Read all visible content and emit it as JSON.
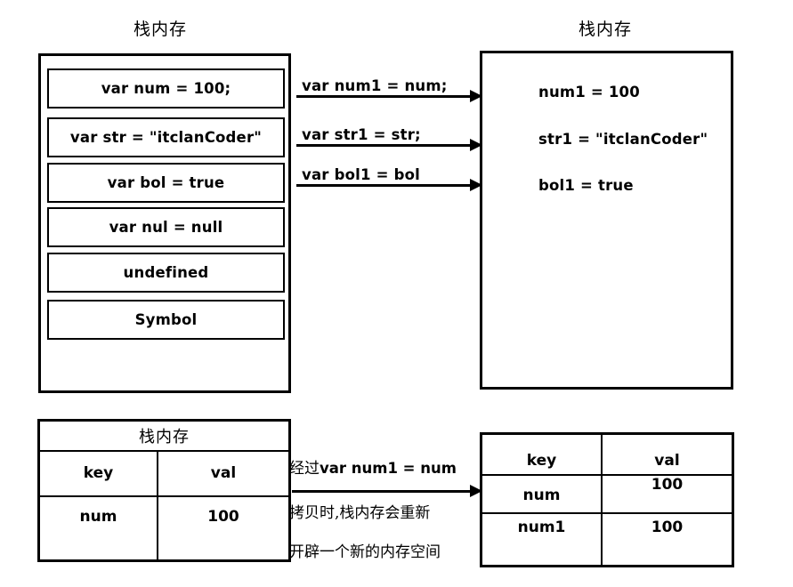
{
  "diagram": {
    "title_left": "栈内存",
    "title_right": "栈内存",
    "left_stack": {
      "slots": [
        "var num = 100;",
        "var str = \"itclanCoder\"",
        "var bol = true",
        "var nul = null",
        "undefined",
        "Symbol"
      ]
    },
    "right_stack": {
      "lines": [
        "num1 = 100",
        "str1 = \"itclanCoder\"",
        "bol1 = true"
      ]
    },
    "arrows": [
      {
        "label": "var num1 = num;",
        "name": "arrow-num1"
      },
      {
        "label": "var str1 = str;",
        "name": "arrow-str1"
      },
      {
        "label": "var bol1 = bol",
        "name": "arrow-bol1"
      }
    ],
    "bottom_left_table": {
      "caption": "栈内存",
      "headers": [
        "key",
        "val"
      ],
      "rows": [
        [
          "num",
          "100"
        ]
      ]
    },
    "bottom_right_table": {
      "headers": [
        "key",
        "val"
      ],
      "rows": [
        [
          "num",
          "100"
        ],
        [
          "num1",
          "100"
        ]
      ]
    },
    "bottom_note": {
      "line1_cn": "经过",
      "line1_code": "var num1 = num",
      "line2": "拷贝时,栈内存会重新",
      "line3": "开辟一个新的内存空间"
    },
    "colors": {
      "stroke": "#000000",
      "background": "#ffffff"
    }
  }
}
